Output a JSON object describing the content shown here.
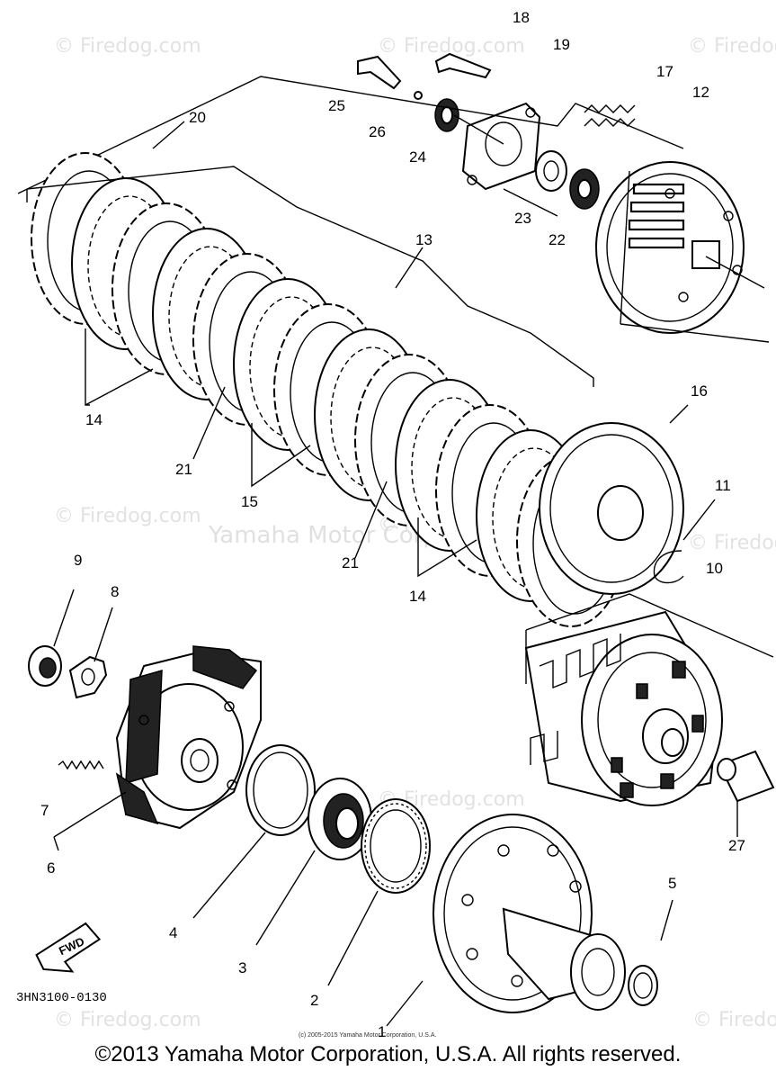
{
  "watermarks": {
    "site": "© Firedog.com",
    "center": "Yamaha Motor Corporation, U.S.A."
  },
  "diagram": {
    "code": "3HN3100-0130",
    "fwd_label": "FWD",
    "small_copyright": "(c) 2005-2015 Yamaha Motor Corporation, U.S.A.",
    "parts": [
      {
        "id": "p1",
        "num": "1"
      },
      {
        "id": "p2",
        "num": "2"
      },
      {
        "id": "p3",
        "num": "3"
      },
      {
        "id": "p4",
        "num": "4"
      },
      {
        "id": "p5",
        "num": "5"
      },
      {
        "id": "p6",
        "num": "6"
      },
      {
        "id": "p7",
        "num": "7"
      },
      {
        "id": "p8",
        "num": "8"
      },
      {
        "id": "p9",
        "num": "9"
      },
      {
        "id": "p10",
        "num": "10"
      },
      {
        "id": "p11",
        "num": "11"
      },
      {
        "id": "p12",
        "num": "12"
      },
      {
        "id": "p13",
        "num": "13"
      },
      {
        "id": "p14a",
        "num": "14"
      },
      {
        "id": "p14b",
        "num": "14"
      },
      {
        "id": "p15",
        "num": "15"
      },
      {
        "id": "p16",
        "num": "16"
      },
      {
        "id": "p17",
        "num": "17"
      },
      {
        "id": "p18",
        "num": "18"
      },
      {
        "id": "p19",
        "num": "19"
      },
      {
        "id": "p20",
        "num": "20"
      },
      {
        "id": "p21a",
        "num": "21"
      },
      {
        "id": "p21b",
        "num": "21"
      },
      {
        "id": "p22",
        "num": "22"
      },
      {
        "id": "p23",
        "num": "23"
      },
      {
        "id": "p24",
        "num": "24"
      },
      {
        "id": "p25",
        "num": "25"
      },
      {
        "id": "p26",
        "num": "26"
      },
      {
        "id": "p27",
        "num": "27"
      }
    ]
  },
  "footer": {
    "copyright": "©2013 Yamaha Motor Corporation, U.S.A. All rights reserved."
  }
}
